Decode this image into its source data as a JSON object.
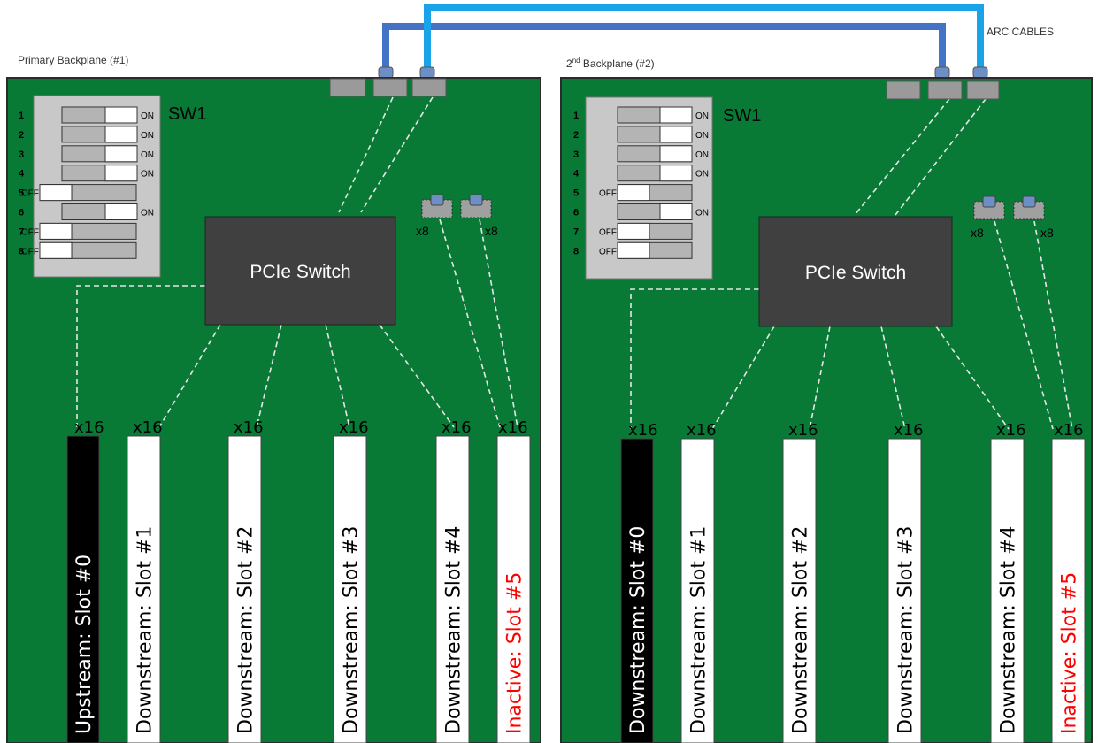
{
  "labels": {
    "arc_cables": "ARC CABLES",
    "primary_backplane": "Primary Backplane (#1)",
    "second_backplane_prefix": "2",
    "second_backplane_sup": "nd",
    "second_backplane_suffix": " Backplane (#2)"
  },
  "colors": {
    "board": "#087a36",
    "board_border": "#2b2b2b",
    "switch_fill": "#404040",
    "dip_bg": "#c8c8c8",
    "arc_cable_dark": "#4472c4",
    "arc_cable_light": "#1aa3e8",
    "inactive_text": "#ff0000",
    "upstream_slot": "#000000",
    "downstream_slot": "#ffffff"
  },
  "boards": [
    {
      "title": "Primary Backplane",
      "sw_label": "SW1",
      "pcie_label": "PCIe Switch",
      "x8_labels": [
        "x8",
        "x8"
      ],
      "dip": [
        {
          "num": "1",
          "state": "ON"
        },
        {
          "num": "2",
          "state": "ON"
        },
        {
          "num": "3",
          "state": "ON"
        },
        {
          "num": "4",
          "state": "ON"
        },
        {
          "num": "5",
          "state": "OFF"
        },
        {
          "num": "6",
          "state": "ON"
        },
        {
          "num": "7",
          "state": "OFF"
        },
        {
          "num": "8",
          "state": "OFF"
        }
      ],
      "slots": [
        {
          "width": "x16",
          "text": "Upstream: Slot #0",
          "kind": "upstream"
        },
        {
          "width": "x16",
          "text": "Downstream: Slot #1",
          "kind": "downstream"
        },
        {
          "width": "x16",
          "text": "Downstream: Slot #2",
          "kind": "downstream"
        },
        {
          "width": "x16",
          "text": "Downstream: Slot #3",
          "kind": "downstream"
        },
        {
          "width": "x16",
          "text": "Downstream: Slot #4",
          "kind": "downstream"
        },
        {
          "width": "x16",
          "text": "Inactive: Slot #5",
          "kind": "inactive"
        }
      ]
    },
    {
      "title": "2nd Backplane",
      "sw_label": "SW1",
      "pcie_label": "PCIe Switch",
      "x8_labels": [
        "x8",
        "x8"
      ],
      "dip": [
        {
          "num": "1",
          "state": "ON"
        },
        {
          "num": "2",
          "state": "ON"
        },
        {
          "num": "3",
          "state": "ON"
        },
        {
          "num": "4",
          "state": "ON"
        },
        {
          "num": "5",
          "state": "OFF"
        },
        {
          "num": "6",
          "state": "ON"
        },
        {
          "num": "7",
          "state": "OFF"
        },
        {
          "num": "8",
          "state": "OFF"
        }
      ],
      "slots": [
        {
          "width": "x16",
          "text": "Downstream: Slot #0",
          "kind": "upstream"
        },
        {
          "width": "x16",
          "text": "Downstream: Slot #1",
          "kind": "downstream"
        },
        {
          "width": "x16",
          "text": "Downstream: Slot #2",
          "kind": "downstream"
        },
        {
          "width": "x16",
          "text": "Downstream: Slot #3",
          "kind": "downstream"
        },
        {
          "width": "x16",
          "text": "Downstream: Slot #4",
          "kind": "downstream"
        },
        {
          "width": "x16",
          "text": "Inactive: Slot #5",
          "kind": "inactive"
        }
      ]
    }
  ]
}
